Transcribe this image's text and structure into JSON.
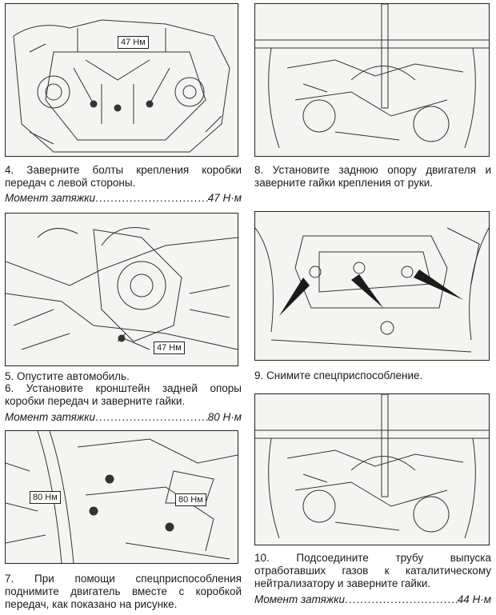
{
  "steps": {
    "s4": {
      "text": "4. Заверните болты крепления коробки передач с левой стороны.",
      "torque_label": "Момент затяжки",
      "torque_value": "47 Н·м",
      "callouts": [
        "47 Нм"
      ]
    },
    "s5": {
      "text": "5. Опустите автомобиль."
    },
    "s6": {
      "text": "6. Установите кронштейн задней опоры коробки передач и заверните гайки.",
      "torque_label": "Момент затяжки",
      "torque_value": "80 Н·м"
    },
    "fig56": {
      "callouts": [
        "47 Нм"
      ]
    },
    "s7": {
      "text": "7. При помощи спецприспособления поднимите двигатель вместе с коробкой передач, как показано на рисунке.",
      "callouts": [
        "80 Нм",
        "80 Нм"
      ]
    },
    "s8": {
      "text": "8. Установите заднюю опору двигателя и заверните гайки крепления от руки."
    },
    "s9": {
      "text": "9. Снимите спецприспособление."
    },
    "s10": {
      "text": "10. Подсоедините трубу выпуска отработавших газов к каталитическому нейтрализатору и заверните гайки.",
      "torque_label": "Момент затяжки",
      "torque_value": "44 Н·м"
    }
  }
}
